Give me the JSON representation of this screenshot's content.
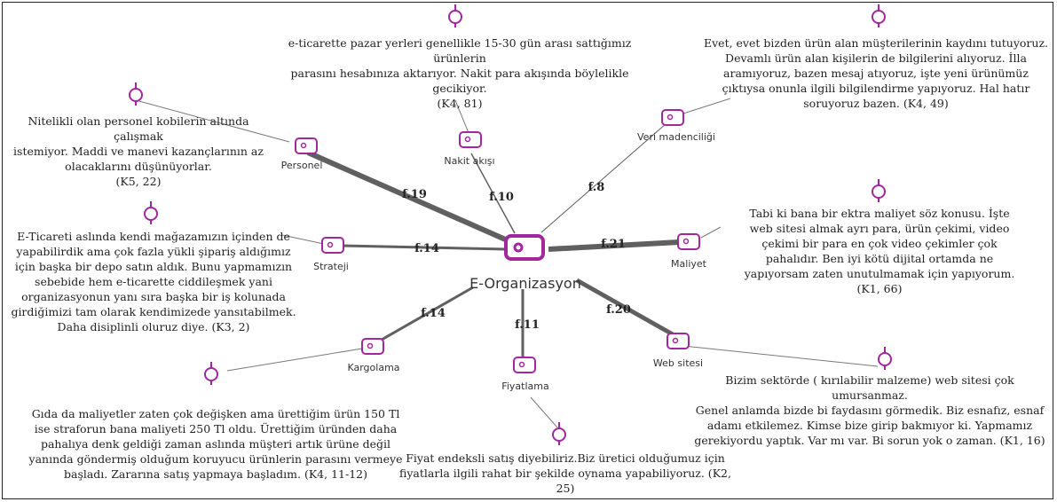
{
  "center": {
    "label": "E-Organizasyon"
  },
  "branches": {
    "nakit": {
      "label": "Nakit akışı",
      "freq": "f.10"
    },
    "veri": {
      "label": "Veri madenciliği",
      "freq": "f.8"
    },
    "personel": {
      "label": "Personel",
      "freq": "f.19"
    },
    "strateji": {
      "label": "Strateji",
      "freq": "f.14"
    },
    "maliyet": {
      "label": "Maliyet",
      "freq": "f.21"
    },
    "kargolama": {
      "label": "Kargolama",
      "freq": "f.14"
    },
    "fiyatlama": {
      "label": "Fiyatlama",
      "freq": "f.11"
    },
    "websitesi": {
      "label": "Web sitesi",
      "freq": "f.20"
    }
  },
  "quotes": {
    "nakit": [
      "e-ticarette pazar yerleri genellikle 15-30 gün arası sattığımız ürünlerin",
      "parasını hesabınıza aktarıyor. Nakit para akışında böylelikle gecikiyor.",
      "(K4, 81)"
    ],
    "veri": [
      "Evet, evet bizden ürün alan müşterilerinin kaydını tutuyoruz.",
      "Devamlı ürün alan kişilerin de bilgilerini alıyoruz. İlla",
      "aramıyoruz, bazen mesaj atıyoruz, işte yeni ürünümüz",
      "çıktıysa onunla ilgili bilgilendirme yapıyoruz. Hal hatır",
      "soruyoruz bazen. (K4, 49)"
    ],
    "personel": [
      "Nitelikli olan personel kobilerin altında çalışmak",
      "istemiyor. Maddi ve manevi kazançlarının az",
      "olacaklarını düşünüyorlar.",
      "(K5, 22)"
    ],
    "strateji": [
      "E-Ticareti aslında kendi mağazamızın içinden de",
      "yapabilirdik ama çok fazla yükli şipariş aldığımız",
      "için başka bir depo satın aldık. Bunu yapmamızın",
      "sebebide hem e-ticarette ciddileşmek yani",
      "organizasyonun yanı sıra başka bir iş kolunada",
      "girdiğimizi tam olarak kendimizede yansıtabilmek.",
      "Daha disiplinli oluruz diye. (K3, 2)"
    ],
    "maliyet": [
      "Tabi ki bana bir ektra maliyet söz konusu. İşte",
      "web sitesi almak ayrı para, ürün çekimi, video",
      "çekimi bir para en çok video çekimler çok",
      "pahalıdır. Ben iyi kötü dijital ortamda ne",
      "yapıyorsam zaten unutulmamak için yapıyorum.",
      "(K1, 66)"
    ],
    "kargolama": [
      "Gıda da maliyetler zaten çok değişken ama ürettiğim ürün 150 Tl",
      "ise straforun bana maliyeti 250 Tl oldu. Ürettiğim üründen daha",
      "pahalıya denk geldiği zaman aslında müşteri artık ürüne değil",
      "yanında göndermiş olduğum koruyucu ürünlerin parasını vermeye",
      "başladı.  Zararına satış yapmaya başladım. (K4, 11-12)"
    ],
    "fiyatlama": [
      "Fiyat endeksli satış diyebiliriz.Biz üretici olduğumuz için",
      "fiyatlarla ilgili rahat bir şekilde oynama yapabiliyoruz. (K2,",
      "25)"
    ],
    "websitesi": [
      "Bizim sektörde ( kırılabilir malzeme) web sitesi çok umursanmaz.",
      "Genel anlamda bizde bi faydasını görmedik. Biz esnafız, esnaf",
      "adamı etkilemez. Kimse bize girip bakmıyor ki. Yapmamız",
      "gerekiyordu yaptık. Var mı var. Bi sorun yok o zaman. (K1, 16)"
    ]
  },
  "colors": {
    "node": "#a0279c",
    "thick_edge": "#606060",
    "thin_edge": "#7a7a7a"
  }
}
